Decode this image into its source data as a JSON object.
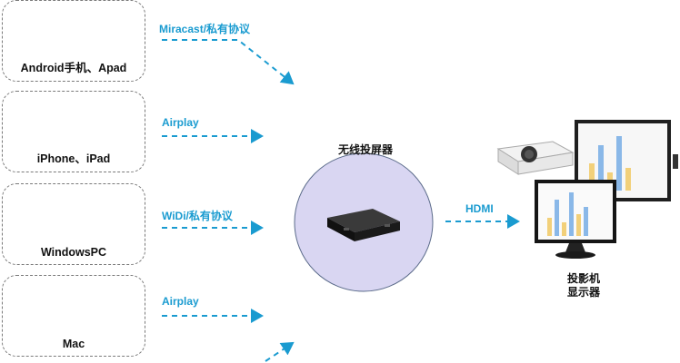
{
  "sources": [
    {
      "label": "Android手机、Apad",
      "protocol": "Miracast/私有协议",
      "icon": "android-tablet-phone-icon"
    },
    {
      "label": "iPhone、iPad",
      "protocol": "Airplay",
      "icon": "iphone-ipad-icon"
    },
    {
      "label": "WindowsPC",
      "protocol": "WiDi/私有协议",
      "icon": "windows-laptop-icon"
    },
    {
      "label": "Mac",
      "protocol": "Airplay",
      "icon": "macbook-icon"
    }
  ],
  "hub": {
    "title": "无线投屏器",
    "icon": "wireless-screen-box-icon"
  },
  "output": {
    "link": "HDMI",
    "label_line1": "投影机",
    "label_line2": "显示器",
    "icon": "projector-monitor-icon"
  },
  "colors": {
    "accent": "#1a9bd0",
    "hub_fill": "#d9d6f2",
    "box_border": "#7a7a7a"
  }
}
